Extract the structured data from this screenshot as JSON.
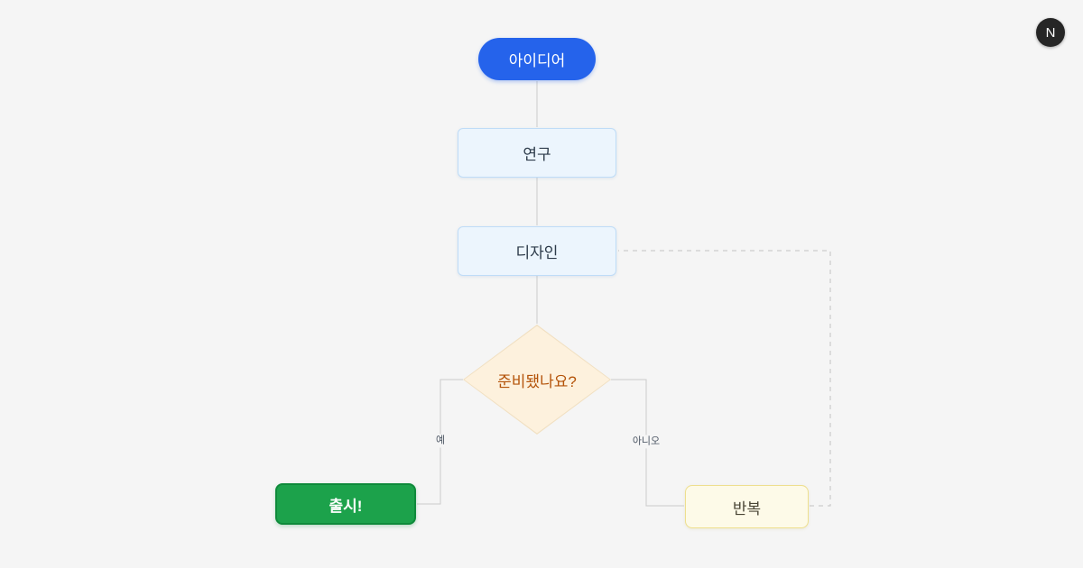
{
  "logo": {
    "letter": "N"
  },
  "flowchart": {
    "nodes": [
      {
        "id": "idea",
        "label": "아이디어",
        "type": "stadium"
      },
      {
        "id": "research",
        "label": "연구",
        "type": "process"
      },
      {
        "id": "design",
        "label": "디자인",
        "type": "process"
      },
      {
        "id": "decision",
        "label": "준비됐나요?",
        "type": "decision"
      },
      {
        "id": "launch",
        "label": "출시!",
        "type": "terminal"
      },
      {
        "id": "iterate",
        "label": "반복",
        "type": "process"
      }
    ],
    "edges": [
      {
        "from": "idea",
        "to": "research",
        "label": "",
        "style": "solid"
      },
      {
        "from": "research",
        "to": "design",
        "label": "",
        "style": "solid"
      },
      {
        "from": "design",
        "to": "decision",
        "label": "",
        "style": "solid"
      },
      {
        "from": "decision",
        "to": "launch",
        "label": "예",
        "style": "solid"
      },
      {
        "from": "decision",
        "to": "iterate",
        "label": "아니오",
        "style": "solid"
      },
      {
        "from": "iterate",
        "to": "design",
        "label": "",
        "style": "dashed"
      }
    ],
    "colors": {
      "background": "#f5f5f5",
      "idea_fill": "#2563eb",
      "process_fill": "#ecf5fd",
      "process_border": "#bfdcf7",
      "decision_fill": "#fdf1dd",
      "decision_text": "#b45309",
      "launch_fill": "#1ca24b",
      "launch_border": "#0e8a3a",
      "iterate_fill": "#fdfae8",
      "iterate_border": "#eedf8e",
      "edge": "#cbcbcb"
    }
  }
}
